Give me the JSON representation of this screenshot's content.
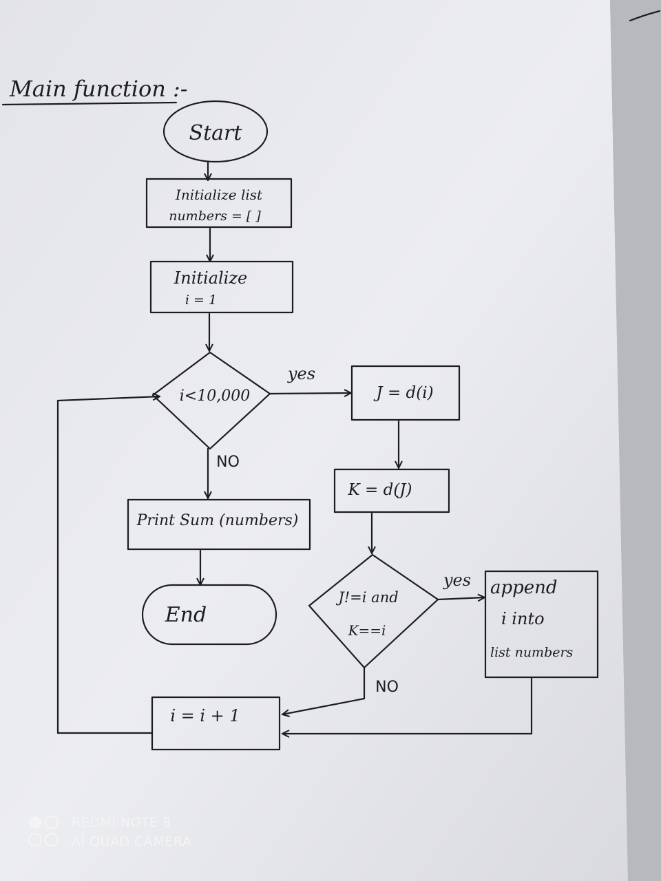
{
  "title": "Main function :-",
  "nodes": {
    "start": "Start",
    "init_list": [
      "Initialize list",
      "numbers = [ ]"
    ],
    "init_i": [
      "Initialize",
      "i = 1"
    ],
    "cond_i": "i<10,000",
    "j_assign": "J = d(i)",
    "k_assign": "K = d(J)",
    "print_sum": "Print Sum (numbers)",
    "end": "End",
    "cond_jk": [
      "J!=i and",
      "K==i"
    ],
    "append": [
      "append",
      "i into",
      "list numbers"
    ],
    "increment": "i = i + 1"
  },
  "edge_labels": {
    "cond_i_yes": "yes",
    "cond_i_no": "NO",
    "cond_jk_yes": "yes",
    "cond_jk_no": "NO"
  },
  "watermark": {
    "line1": "REDMI NOTE 8",
    "line2": "AI QUAD CAMERA"
  }
}
